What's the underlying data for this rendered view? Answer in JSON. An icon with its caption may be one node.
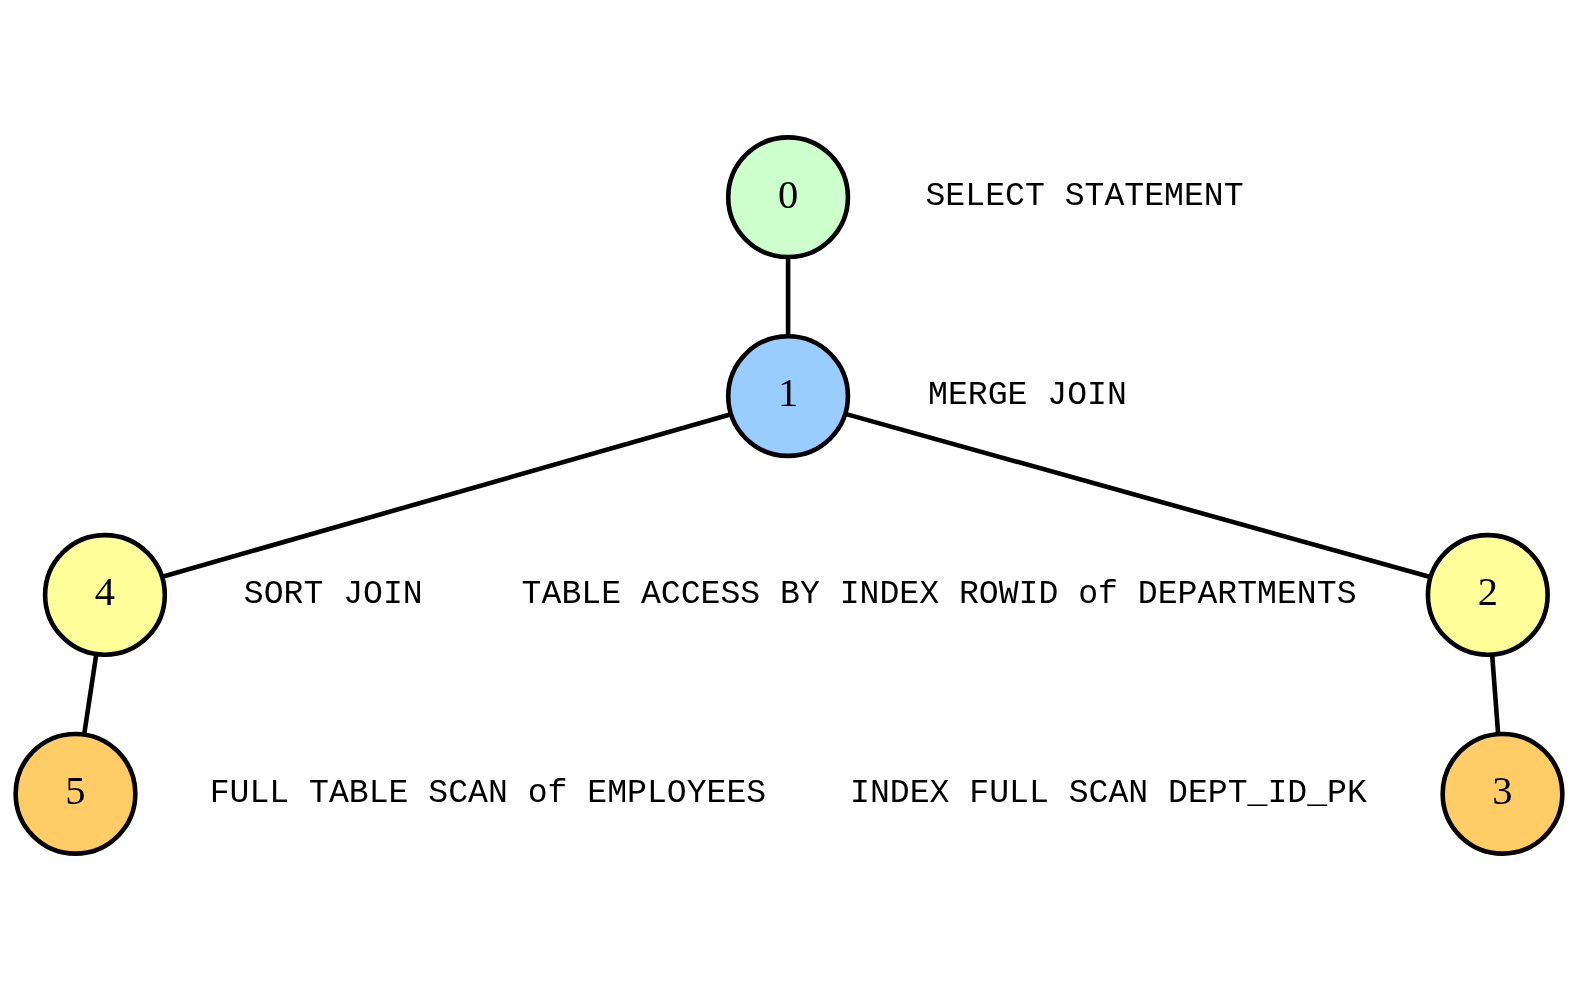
{
  "diagram": {
    "nodes": [
      {
        "text": [
          "0"
        ],
        "beside": [
          "SELECT STATEMENT"
        ]
      },
      {
        "text": [
          "1"
        ],
        "beside": [
          "MERGE JOIN"
        ]
      },
      {
        "text": [
          "2"
        ],
        "beside": [
          "TABLE ACCESS BY INDEX ROWID of DEPARTMENTS"
        ]
      },
      {
        "text": [
          "3"
        ],
        "beside": [
          "INDEX FULL SCAN DEPT_ID_PK"
        ]
      },
      {
        "text": [
          "4"
        ],
        "beside": [
          "SORT JOIN"
        ]
      },
      {
        "text": [
          "5"
        ],
        "beside": [
          "FULL TABLE SCAN of EMPLOYEES"
        ]
      }
    ],
    "edges": [
      {
        "from": 0,
        "to": 1,
        "arrow": "none"
      },
      {
        "from": 1,
        "to": 2,
        "arrow": "none"
      },
      {
        "from": 1,
        "to": 4,
        "arrow": "none"
      },
      {
        "from": 2,
        "to": 3,
        "arrow": "none"
      },
      {
        "from": 4,
        "to": 5,
        "arrow": "none"
      }
    ]
  }
}
